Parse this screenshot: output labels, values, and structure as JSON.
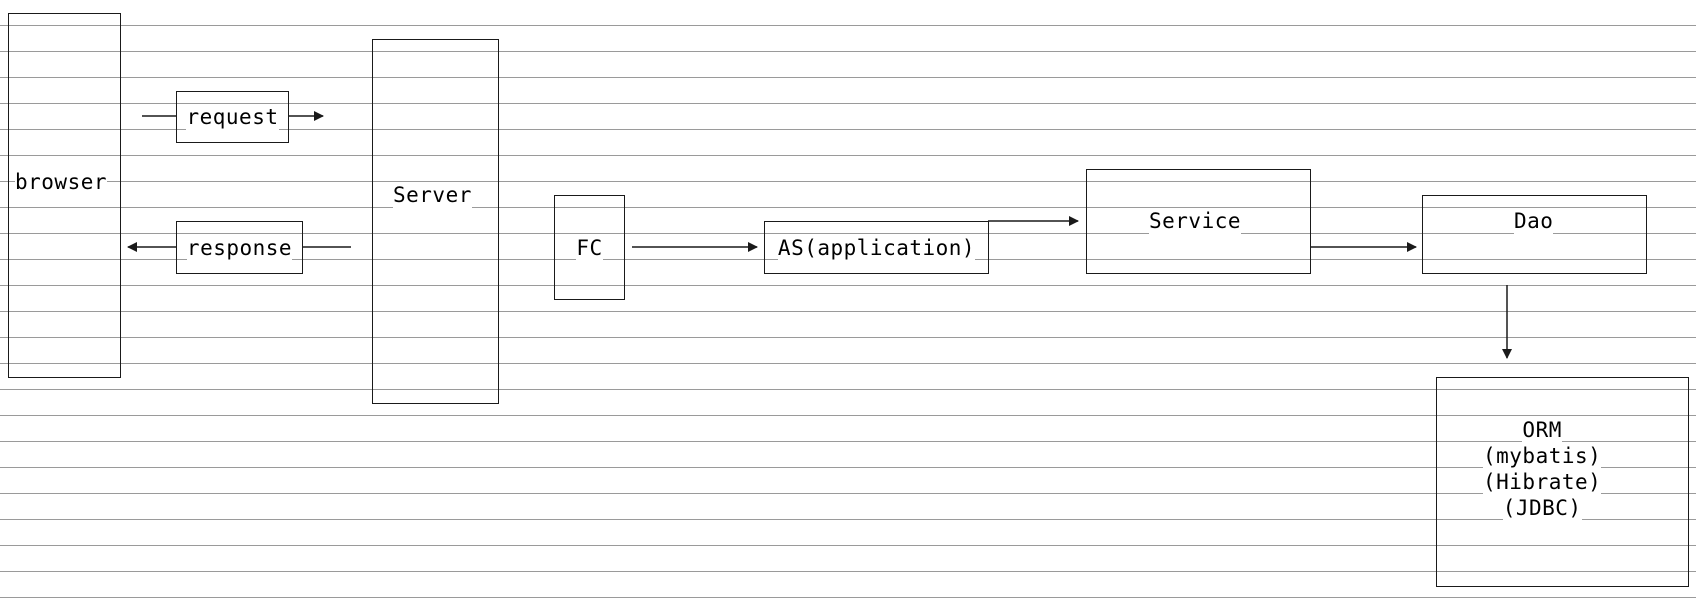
{
  "nodes": {
    "browser": "browser",
    "request": "request",
    "response": "response",
    "server": "Server",
    "fc": "FC",
    "as": "AS(application)",
    "service": "Service",
    "dao": "Dao",
    "orm": [
      "ORM",
      "(mybatis)",
      "(Hibrate)",
      "(JDBC)"
    ]
  },
  "colors": {
    "line": "#1a1a1a",
    "ruled_line": "#9a9a9a",
    "background": "#ffffff"
  },
  "edges": [
    {
      "from": "browser",
      "to": "server",
      "label": "request"
    },
    {
      "from": "server",
      "to": "browser",
      "label": "response"
    },
    {
      "from": "fc",
      "to": "as"
    },
    {
      "from": "as",
      "to": "service"
    },
    {
      "from": "service",
      "to": "dao"
    },
    {
      "from": "dao",
      "to": "orm"
    }
  ]
}
